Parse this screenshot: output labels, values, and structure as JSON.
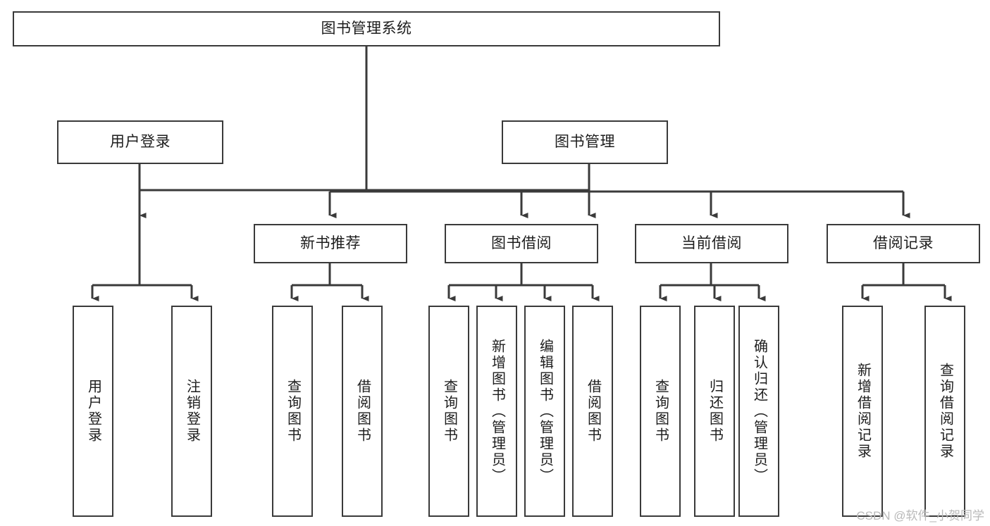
{
  "diagram": {
    "title": "图书管理系统",
    "type": "hierarchy-tree",
    "watermark": "CSDN @软件_小贺同学",
    "colors": {
      "box_border": "#3a3a3a",
      "box_fill": "#ffffff",
      "connector": "#3a3a3a",
      "text": "#1d1d1d",
      "watermark": "#b9b9b9",
      "background": "#ffffff"
    },
    "nodes": {
      "root": {
        "label": "图书管理系统"
      },
      "level2": [
        {
          "label": "用户登录"
        },
        {
          "label": "图书管理"
        }
      ],
      "level3": [
        {
          "label": "新书推荐"
        },
        {
          "label": "图书借阅"
        },
        {
          "label": "当前借阅"
        },
        {
          "label": "借阅记录"
        }
      ],
      "leaves": {
        "user_login": [
          {
            "label": "用户登录"
          },
          {
            "label": "注销登录"
          }
        ],
        "new_book_recommend": [
          {
            "label": "查询图书"
          },
          {
            "label": "借阅图书"
          }
        ],
        "book_borrow": [
          {
            "label": "查询图书"
          },
          {
            "label": "新增图书（管理员）"
          },
          {
            "label": "编辑图书（管理员）"
          },
          {
            "label": "借阅图书"
          }
        ],
        "current_borrow": [
          {
            "label": "查询图书"
          },
          {
            "label": "归还图书"
          },
          {
            "label": "确认归还（管理员）"
          }
        ],
        "borrow_record": [
          {
            "label": "新增借阅记录"
          },
          {
            "label": "查询借阅记录"
          }
        ]
      }
    }
  }
}
